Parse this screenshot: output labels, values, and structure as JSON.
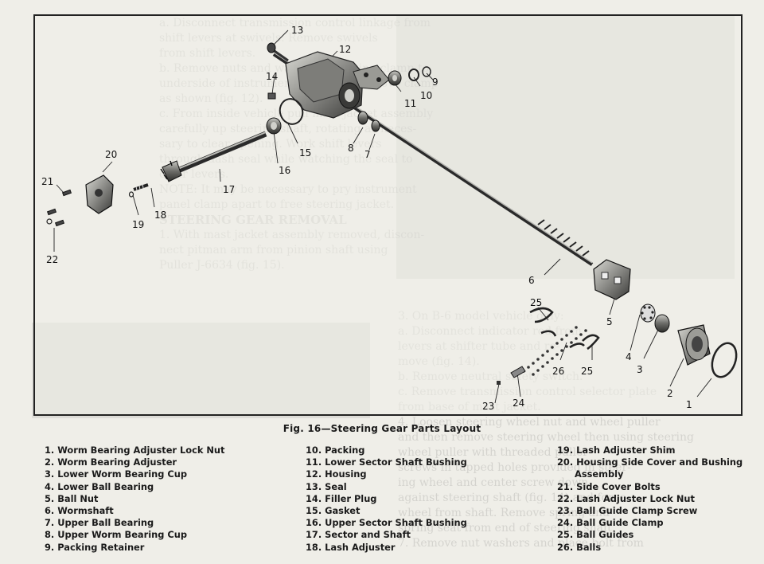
{
  "figure": {
    "caption": "Fig. 16—Steering Gear Parts Layout",
    "callouts": [
      "1",
      "2",
      "3",
      "4",
      "5",
      "6",
      "7",
      "8",
      "9",
      "10",
      "11",
      "12",
      "13",
      "14",
      "15",
      "16",
      "17",
      "18",
      "19",
      "20",
      "21",
      "22",
      "23",
      "24",
      "25",
      "25",
      "26"
    ]
  },
  "legend": {
    "column1": [
      "1. Worm Bearing Adjuster Lock Nut",
      "2. Worm Bearing Adjuster",
      "3. Lower Worm Bearing Cup",
      "4. Lower Ball Bearing",
      "5. Ball Nut",
      "6. Wormshaft",
      "7. Upper Ball Bearing",
      "8. Upper Worm Bearing Cup",
      "9. Packing Retainer"
    ],
    "column2": [
      "10. Packing",
      "11. Lower Sector Shaft Bushing",
      "12. Housing",
      "13. Seal",
      "14. Filler Plug",
      "15. Gasket",
      "16. Upper Sector Shaft Bushing",
      "17. Sector and Shaft",
      "18. Lash Adjuster"
    ],
    "column3": [
      "19. Lash Adjuster Shim",
      "20. Housing Side Cover and Bushing",
      "Assembly",
      "21. Side Cover Bolts",
      "22. Lash Adjuster Lock Nut",
      "23. Ball Guide Clamp Screw",
      "24. Ball Guide Clamp",
      "25. Ball Guides",
      "26. Balls"
    ]
  }
}
